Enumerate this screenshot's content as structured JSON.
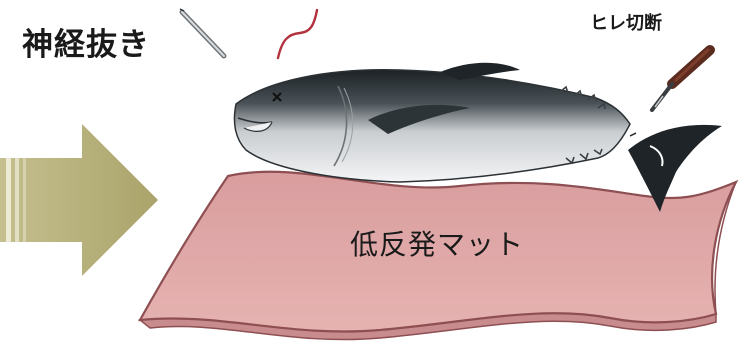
{
  "labels": {
    "nerve_removal": "神経抜き",
    "fin_cut": "ヒレ切断",
    "mat": "低反発マット"
  },
  "icons": [
    "arrow-right-icon",
    "needle-icon",
    "wire-icon",
    "tuna-icon",
    "knife-icon",
    "mat-icon"
  ],
  "colors": {
    "arrow": "#b7b17a",
    "arrow_stripe": "#d9d6b1",
    "mat_fill": "#dca3a3",
    "mat_edge": "#8e4f52",
    "fish_back": "#1e2428",
    "fish_belly": "#e6e8ea",
    "wire": "#b2323e",
    "knife_handle": "#5b2b1f"
  }
}
